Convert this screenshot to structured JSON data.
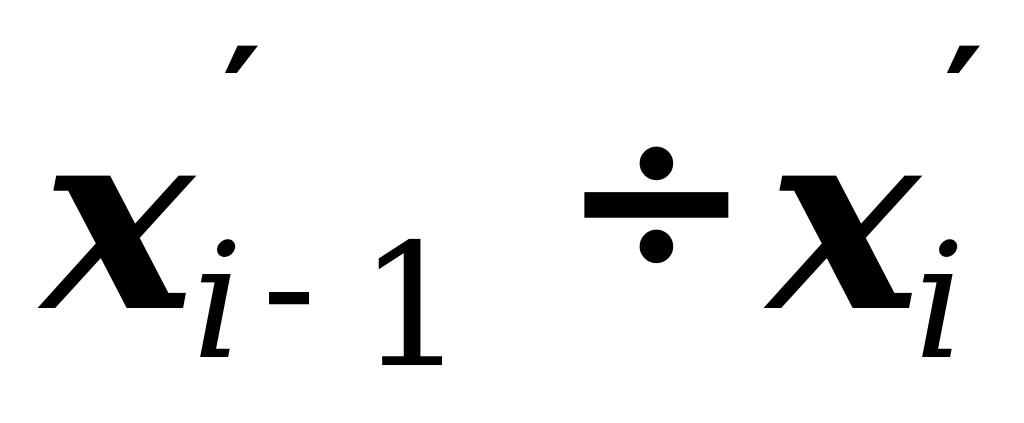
{
  "formula": {
    "left_term": {
      "base": "x",
      "prime": "′",
      "sub_index": "i",
      "sub_minus": "-",
      "sub_one": "1"
    },
    "operator": "÷",
    "right_term": {
      "base": "x",
      "prime": "′",
      "sub_index": "i"
    }
  }
}
